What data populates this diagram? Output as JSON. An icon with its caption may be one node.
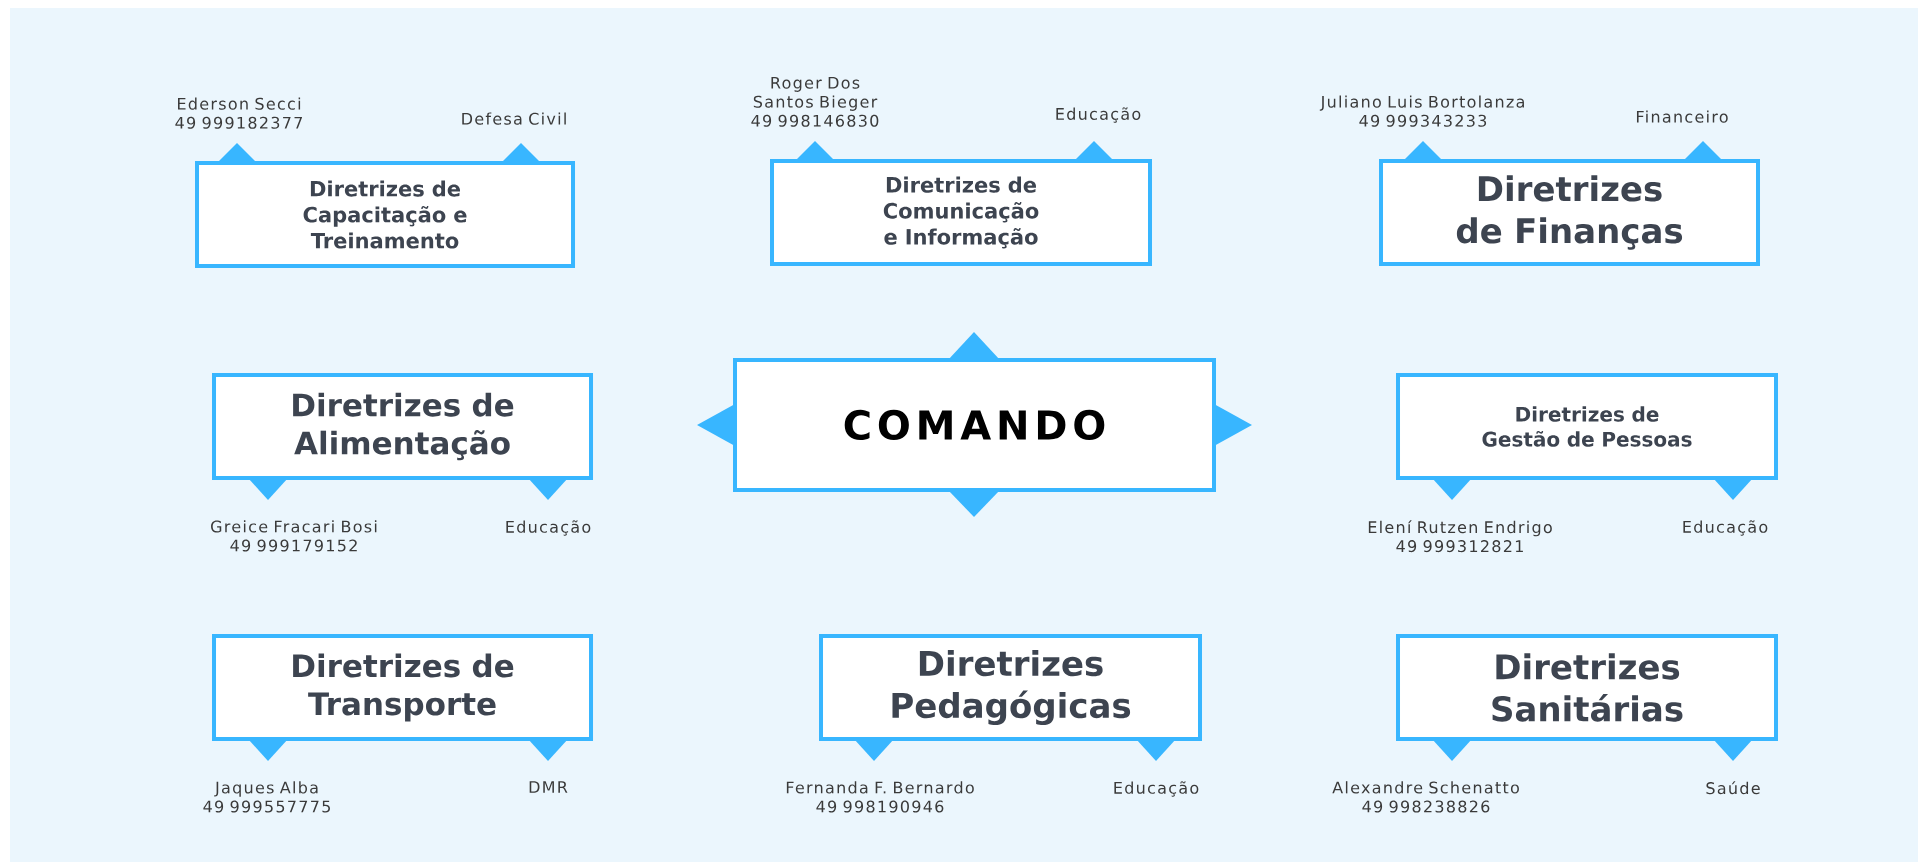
{
  "diagram": {
    "nodes": [
      {
        "text": [
          "Diretrizes de Capacitação e Treinamento"
        ],
        "beside": [
          "Ederson Secci",
          "49 999182377",
          "Defesa Civil"
        ]
      },
      {
        "text": [
          "Diretrizes de Comunicação e Informação"
        ],
        "beside": [
          "Roger Dos Santos Bieger",
          "49 998146830",
          "Educação"
        ]
      },
      {
        "text": [
          "Diretrizes de Finanças"
        ],
        "beside": [
          "Juliano Luis Bortolanza",
          "49 999343233",
          "Financeiro"
        ]
      },
      {
        "text": [
          "Diretrizes de Alimentação"
        ],
        "beside": [
          "Greice Fracari Bosi",
          "49 999179152",
          "Educação"
        ]
      },
      {
        "text": [
          "COMANDO"
        ]
      },
      {
        "text": [
          "Diretrizes de Gestão de Pessoas"
        ],
        "beside": [
          "Elení Rutzen Endrigo",
          "49 999312821",
          "Educação"
        ]
      },
      {
        "text": [
          "Diretrizes de Transporte"
        ],
        "beside": [
          "Jaques Alba",
          "49 999557775",
          "DMR"
        ]
      },
      {
        "text": [
          "Diretrizes Pedagógicas"
        ],
        "beside": [
          "Fernanda F. Bernardo",
          "49 998190946",
          "Educação"
        ]
      },
      {
        "text": [
          "Diretrizes Sanitárias"
        ],
        "beside": [
          "Alexandre Schenatto",
          "49 998238826",
          "Saúde"
        ]
      }
    ],
    "edges": []
  }
}
